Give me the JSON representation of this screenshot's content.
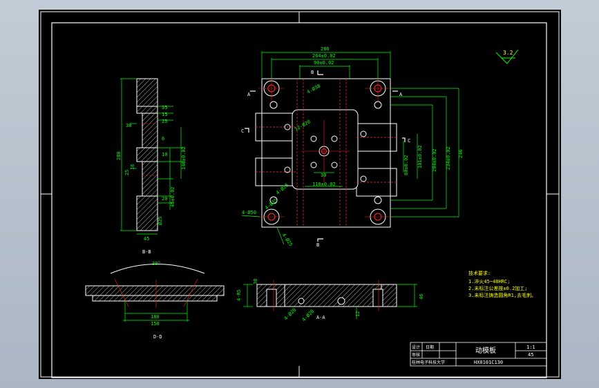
{
  "colors": {
    "background": "#000000",
    "outline": "#ffffff",
    "dimension": "#00ff00",
    "centerline": "#ff2020",
    "hidden": "#ff3030",
    "note": "#ffff00",
    "hatch": "#ffffff"
  },
  "surface_finish": "3.2",
  "plan_view": {
    "dims_top": [
      "286",
      "264±0.02",
      "90±0.02"
    ],
    "dims_right": [
      "101±0.02",
      "204±0.02",
      "234±0.02",
      "246"
    ],
    "dim_hole_top": "4-Ø38",
    "dim_boss": "12-Ø20",
    "dim_spacing": "30",
    "dim_bottom_width": "110±0.02",
    "dim_inner_side": "80±0.02",
    "dim_bl_holes": "4-Ø25",
    "dim_bl_counterbore": "4-Ø50",
    "dim_bl_hole2": "4-Ø35",
    "section_A": "A",
    "section_B": "B",
    "section_C": "C"
  },
  "section_bb": {
    "label": "B-B",
    "dim_height": "280",
    "dims_left": [
      "25",
      "16"
    ],
    "dims_right": [
      "35",
      "15",
      "25",
      "6",
      "10"
    ],
    "dim_mid": "146±0.02",
    "dim_low": "45±0.02",
    "dim_ph": "Ø25",
    "dim_bottom": "45",
    "dim_t": "38",
    "dim_r": "20"
  },
  "section_dd": {
    "label": "D-D",
    "dim_angle": "30°",
    "dim_inner": "180",
    "dim_outer": "150"
  },
  "section_aa": {
    "label": "A-A",
    "dims_left": [
      "4-R5",
      "38"
    ],
    "dim_right": "46",
    "dim_hole": "4-Ø20",
    "dim_bottom": "12"
  },
  "notes": {
    "title": "技术要求:",
    "items": [
      "1.淬火45~48HRC;",
      "2.未标注公差按±0.2加工;",
      "3.未标注铸造圆角R1,去毛刺。"
    ]
  },
  "title_block": {
    "part_name": "动模板",
    "scale": "1:1",
    "material": "45",
    "drawing_no": "HX0101C130",
    "school": "桂林电子科技大学",
    "design_label": "设计",
    "check_label": "审核",
    "date_label": "日期"
  }
}
